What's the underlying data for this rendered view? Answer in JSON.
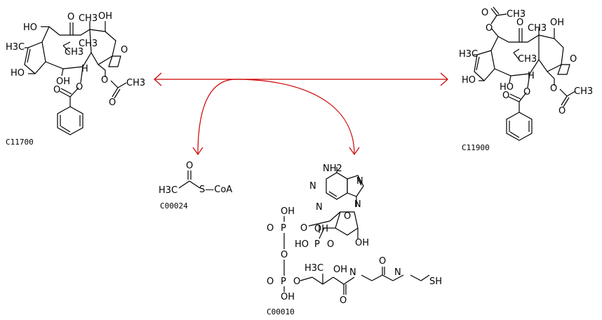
{
  "compounds": {
    "c11700": {
      "id": "C11700"
    },
    "c11900": {
      "id": "C11900"
    },
    "c00024": {
      "id": "C00024"
    },
    "c00010": {
      "id": "C00010"
    }
  },
  "labels": {
    "oh": "OH",
    "ho": "HO",
    "o": "O",
    "h3c": "H3C",
    "h": "H",
    "s_coa": "S—CoA",
    "nh2": "NH2",
    "n": "N",
    "p": "P",
    "sh": "SH",
    "ch3": "CH3"
  },
  "colors": {
    "reaction_arrow": "#cc0000",
    "structure": "#000000"
  }
}
